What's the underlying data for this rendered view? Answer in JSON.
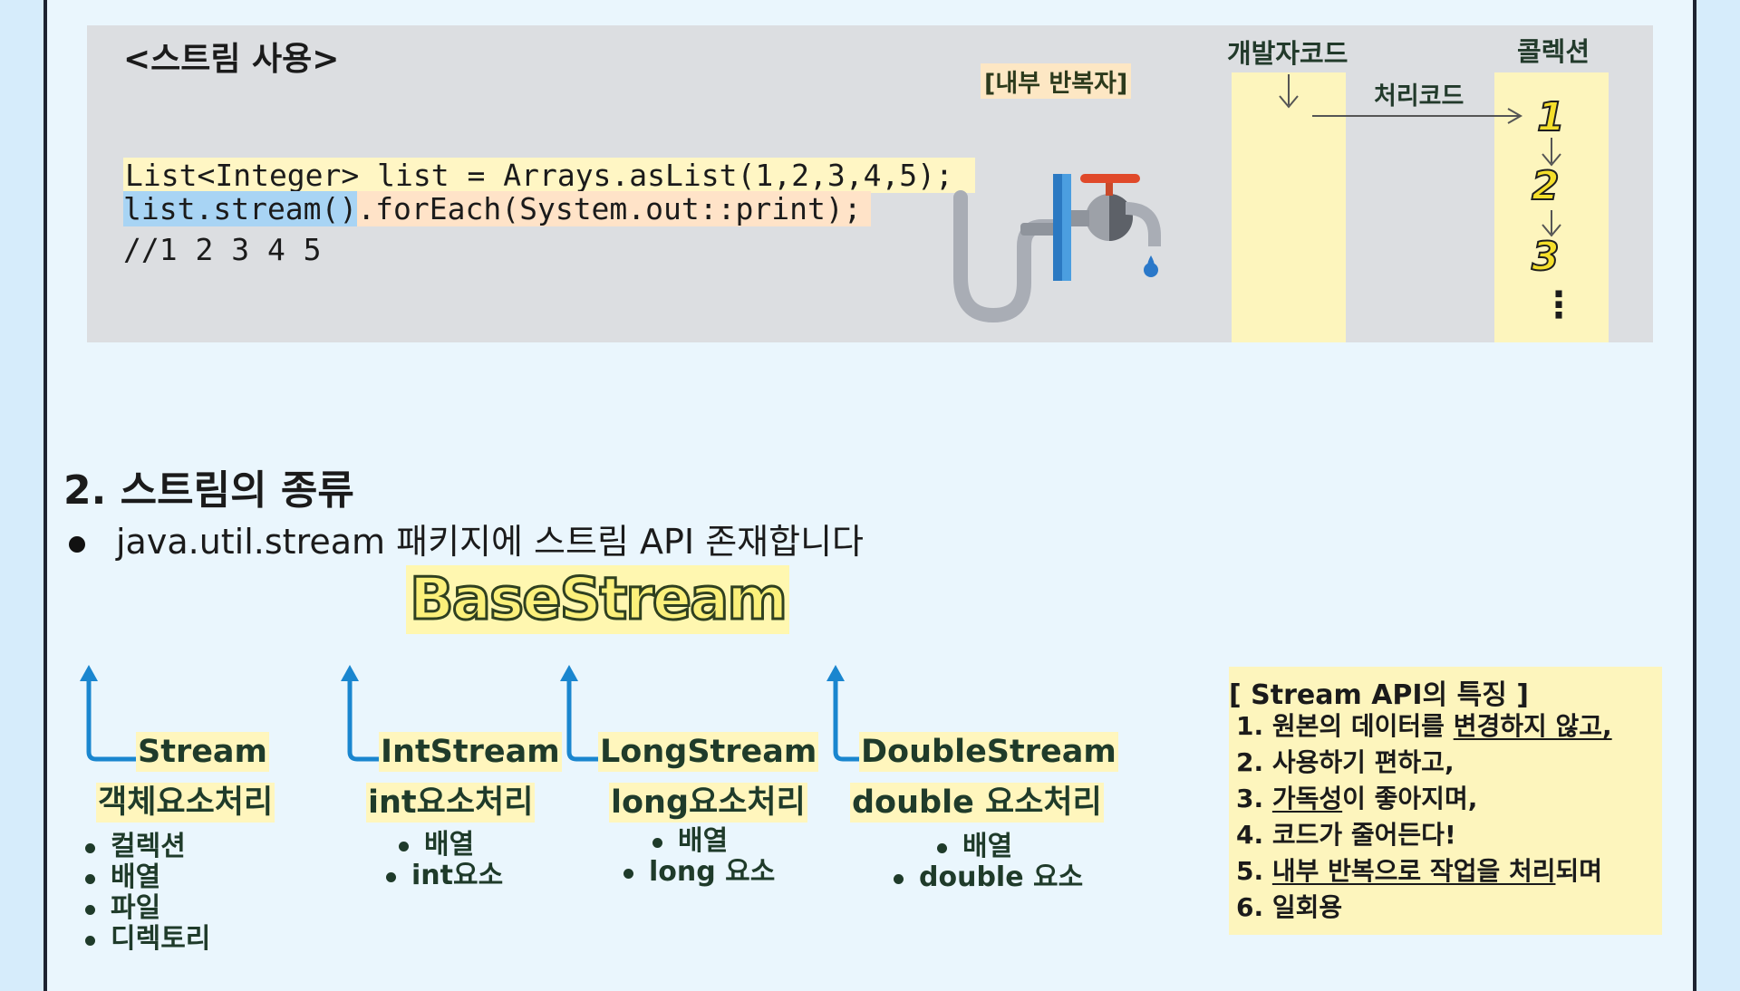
{
  "top": {
    "title": "<스트림 사용>",
    "code": [
      "List<Integer> list = Arrays.asList(1,2,3,4,5);",
      "list.stream()",
      ".forEach(System.out::print);",
      "//1 2 3 4 5"
    ],
    "faucet_label": "[내부 반복자]",
    "dev_code_label": "개발자코드",
    "processing_code_label": "처리코드",
    "collection_label": "콜렉션",
    "numbers": [
      "1",
      "2",
      "3"
    ],
    "ellipsis": "⋮"
  },
  "section": {
    "title": "2. 스트림의 종류",
    "bullet": "java.util.stream 패키지에 스트림 API 존재합니다"
  },
  "hierarchy": {
    "root": "BaseStream",
    "accent_color": "#1a86cf",
    "children": [
      {
        "name": "Stream",
        "desc": "객체요소처리",
        "items": [
          "컬렉션",
          "배열",
          "파일",
          "디렉토리"
        ]
      },
      {
        "name": "IntStream",
        "desc": "int요소처리",
        "items": [
          "배열",
          "int요소"
        ]
      },
      {
        "name": "LongStream",
        "desc": "long요소처리",
        "items": [
          "배열",
          "long 요소"
        ]
      },
      {
        "name": "DoubleStream",
        "desc": "double 요소처리",
        "items": [
          "배열",
          "double 요소"
        ]
      }
    ]
  },
  "features": {
    "title": "[ Stream API의 특징 ]",
    "items": [
      {
        "n": "1.",
        "parts": [
          "원본의 데이터를 ",
          "변경하지 않고,"
        ]
      },
      {
        "n": "2.",
        "parts": [
          "사용하기 편하고,",
          ""
        ]
      },
      {
        "n": "3.",
        "parts": [
          "",
          "가독성",
          "이 좋아지며,"
        ]
      },
      {
        "n": "4.",
        "parts": [
          "코드가 줄어든다!",
          ""
        ]
      },
      {
        "n": "5.",
        "parts": [
          "",
          "내부 반복으로 작업을 처리",
          "되며"
        ]
      },
      {
        "n": "6.",
        "parts": [
          "일회용",
          ""
        ]
      }
    ]
  }
}
